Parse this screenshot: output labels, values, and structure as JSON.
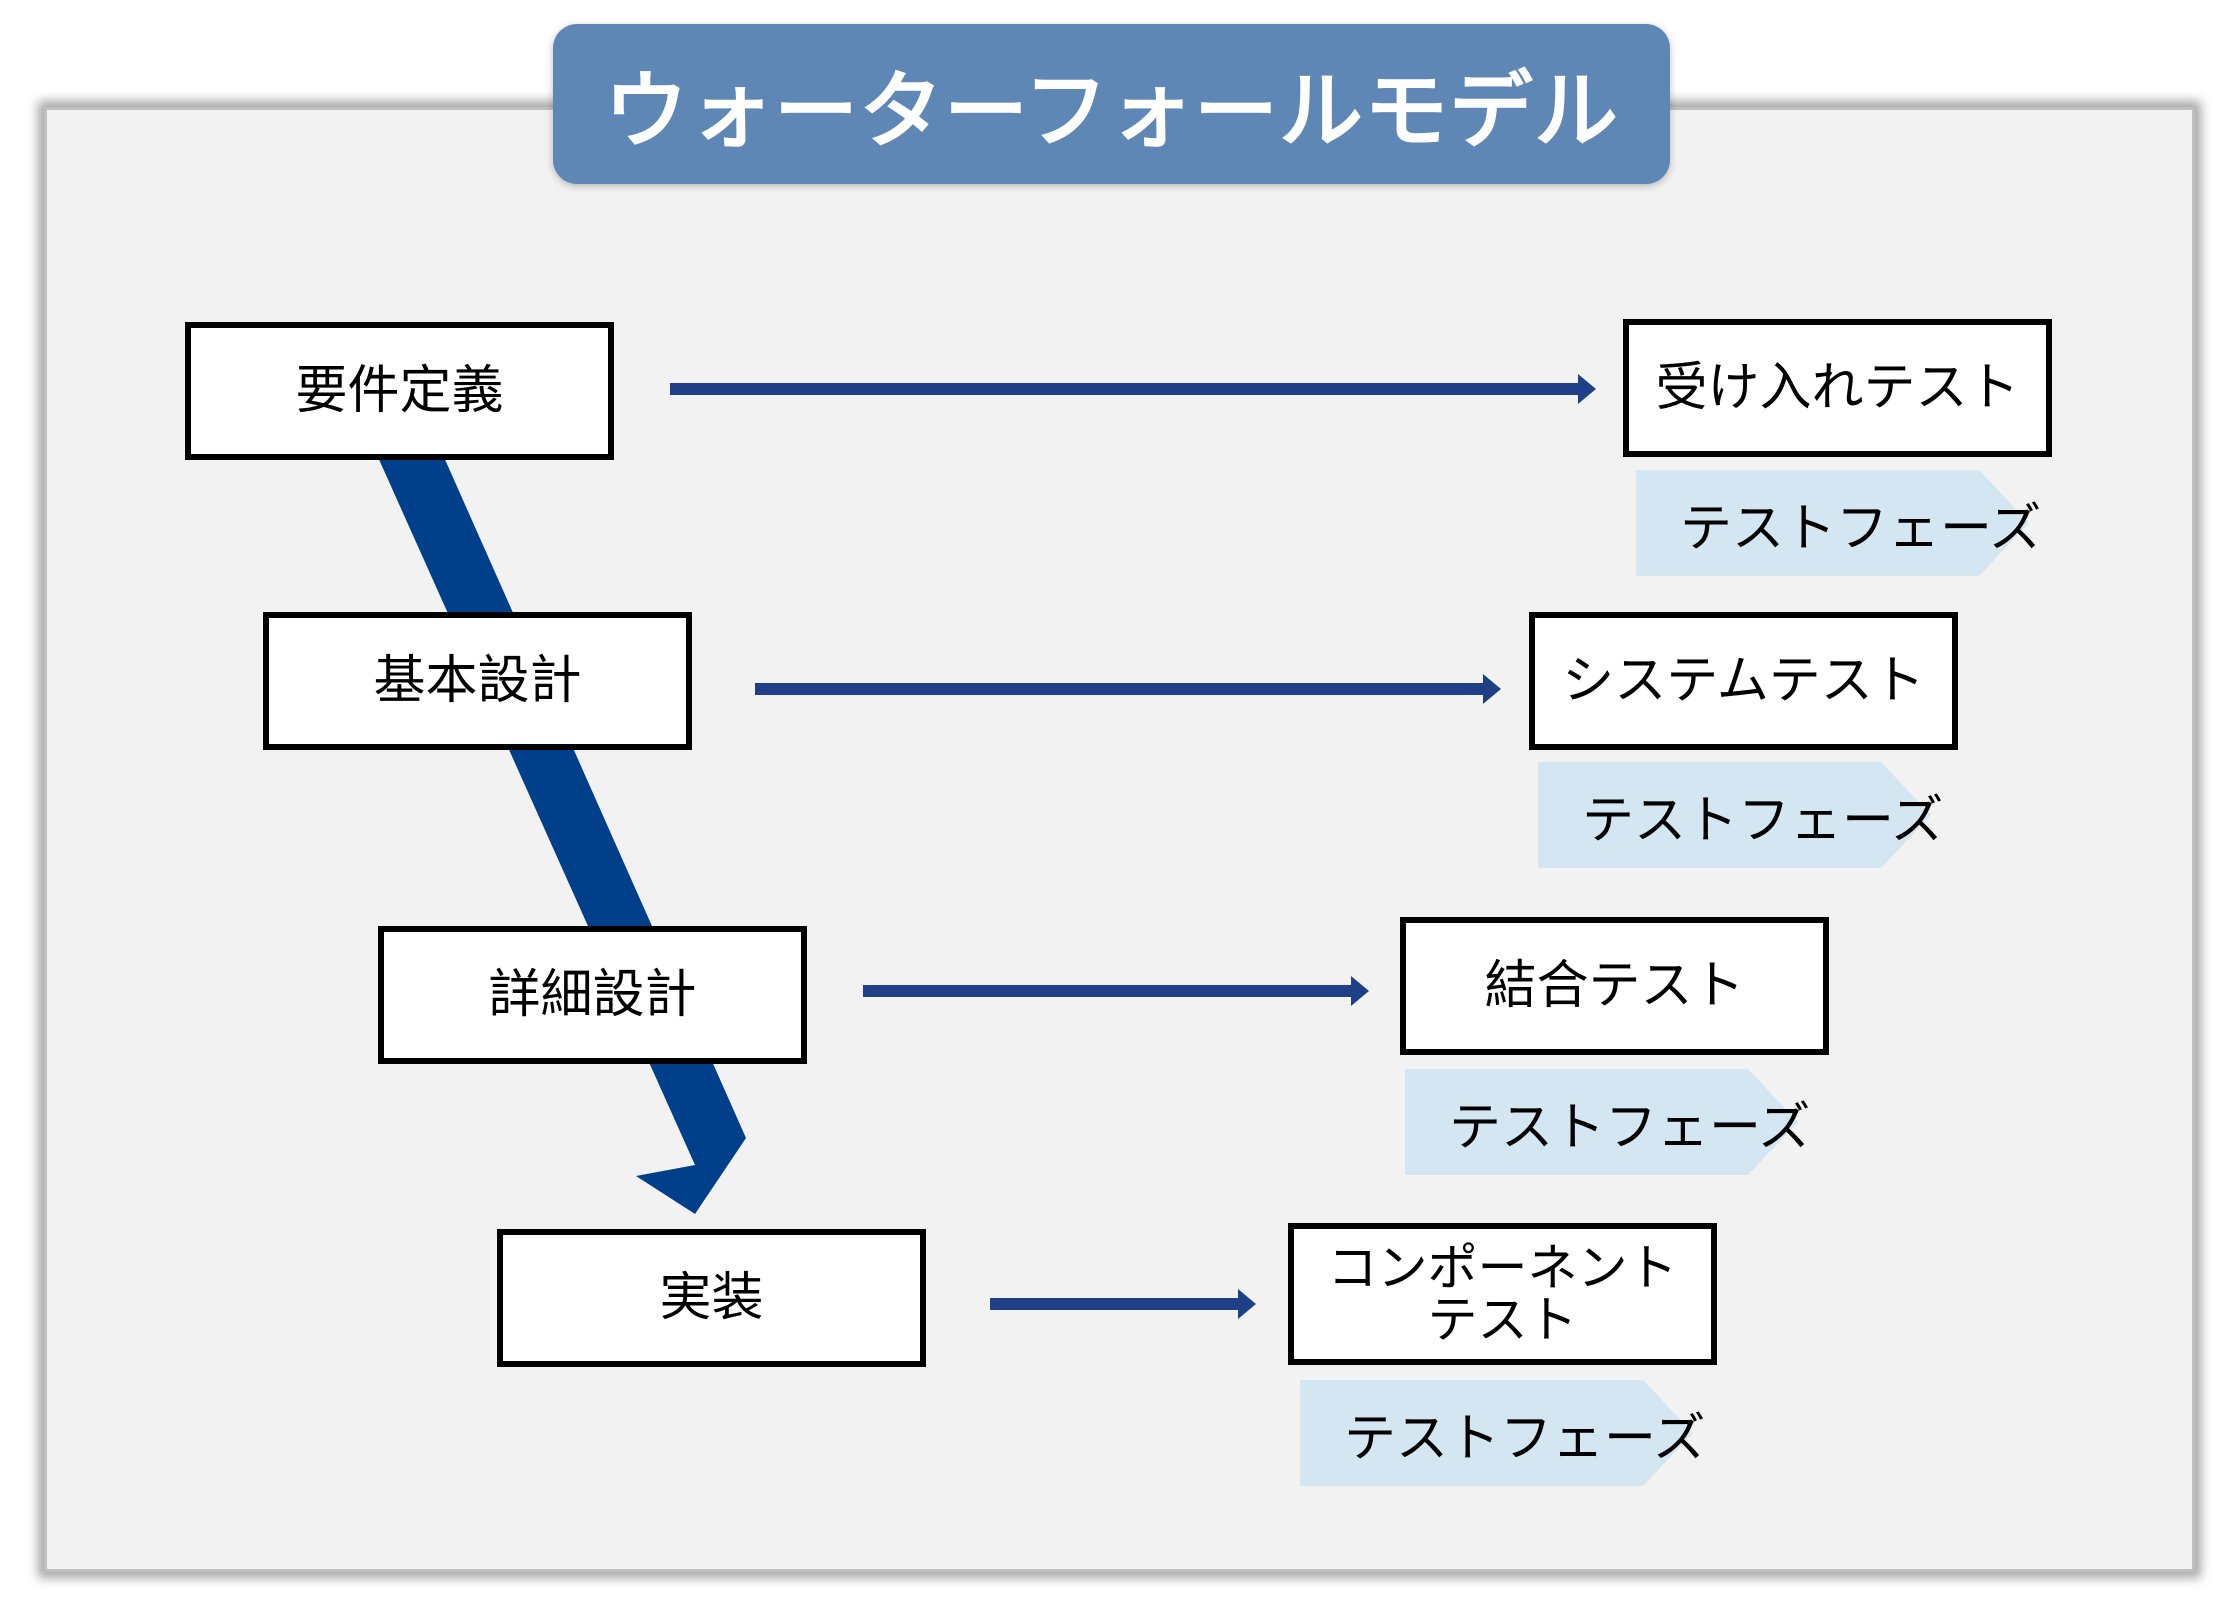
{
  "title": "ウォーターフォールモデル",
  "colors": {
    "title_bg": "#5f87b6",
    "panel_bg": "#f2f2f2",
    "flow_arrow": "#003f8a",
    "connector_arrow": "#1f3f86",
    "tag_bg": "#d4e6f2"
  },
  "dev_phases": [
    {
      "label": "要件定義"
    },
    {
      "label": "基本設計"
    },
    {
      "label": "詳細設計"
    },
    {
      "label": "実装"
    }
  ],
  "test_phases": [
    {
      "label": "受け入れテスト",
      "tag": "テストフェーズ"
    },
    {
      "label": "システムテスト",
      "tag": "テストフェーズ"
    },
    {
      "label": "結合テスト",
      "tag": "テストフェーズ"
    },
    {
      "label": "コンポーネント\nテスト",
      "tag": "テストフェーズ"
    }
  ]
}
